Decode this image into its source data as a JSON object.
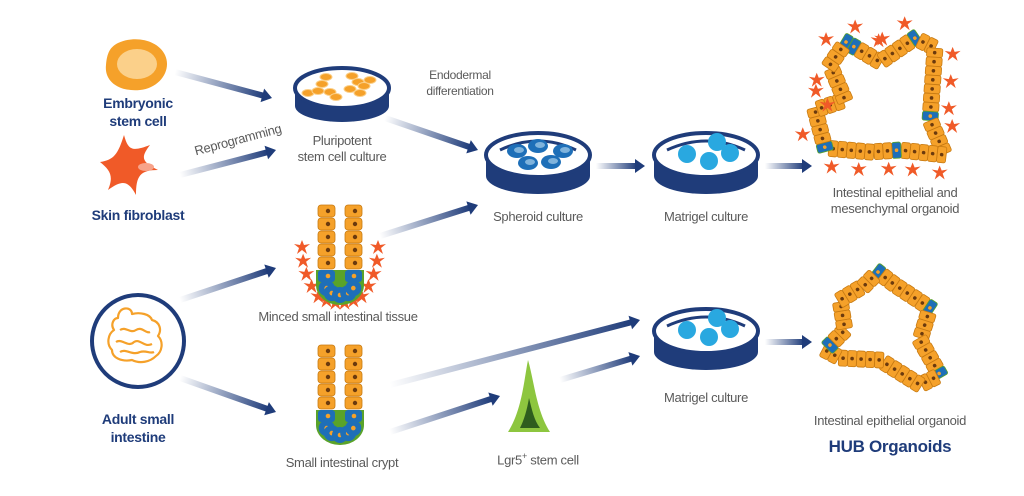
{
  "colors": {
    "navy": "#1f3c7a",
    "orange": "#f5a12a",
    "orange_light": "#fbd08a",
    "fibroblast": "#f05a28",
    "blue_cell": "#1e6fb8",
    "matrigel_blue": "#29a8e0",
    "green": "#5aa32a",
    "lgr5_green": "#8dc63f",
    "text_gray": "#5a5a5a"
  },
  "sources": {
    "embryonic": "Embryonic\nstem cell",
    "embryonic_l1": "Embryonic",
    "embryonic_l2": "stem cell",
    "fibroblast": "Skin fibroblast",
    "adult_l1": "Adult small",
    "adult_l2": "intestine"
  },
  "steps": {
    "reprogramming": "Reprogramming",
    "pluripotent_l1": "Pluripotent",
    "pluripotent_l2": "stem cell culture",
    "endodermal_l1": "Endodermal",
    "endodermal_l2": "differentiation",
    "spheroid": "Spheroid culture",
    "matrigel_top": "Matrigel culture",
    "minced": "Minced small intestinal tissue",
    "crypt": "Small intestinal crypt",
    "lgr5": "Lgr5",
    "lgr5_sup": "+",
    "lgr5_rest": " stem cell",
    "matrigel_bottom": "Matrigel culture"
  },
  "outcomes": {
    "mesenchymal_l1": "Intestinal epithelial and",
    "mesenchymal_l2": "mesenchymal organoid",
    "epithelial": "Intestinal epithelial organoid",
    "brand": "HUB Organoids"
  }
}
